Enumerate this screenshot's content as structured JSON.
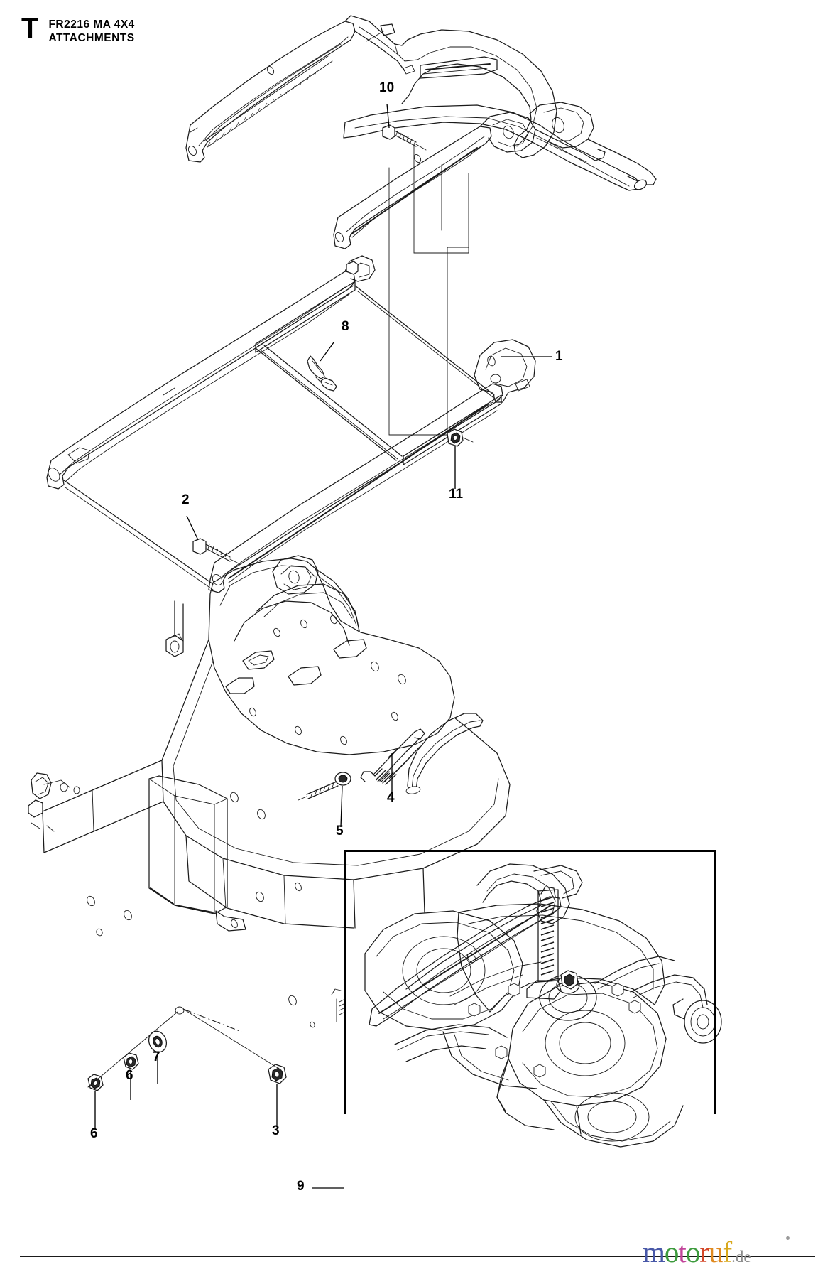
{
  "header": {
    "section_letter": "T",
    "model": "FR2216 MA 4X4",
    "group": "ATTACHMENTS"
  },
  "callouts": [
    {
      "id": "1",
      "label": "1",
      "part": "mower-deck-lift-frame"
    },
    {
      "id": "2",
      "label": "2",
      "part": "hex-flange-bolt"
    },
    {
      "id": "3",
      "label": "3",
      "part": "hex-flange-nut"
    },
    {
      "id": "4",
      "label": "4",
      "part": "extension-spring"
    },
    {
      "id": "5",
      "label": "5",
      "part": "eye-bolt"
    },
    {
      "id": "6a",
      "label": "6",
      "part": "hex-nut"
    },
    {
      "id": "6b",
      "label": "6",
      "part": "hex-nut"
    },
    {
      "id": "6c",
      "label": "6",
      "part": "hex-nut"
    },
    {
      "id": "7",
      "label": "7",
      "part": "flat-washer"
    },
    {
      "id": "8",
      "label": "8",
      "part": "cotter-clip"
    },
    {
      "id": "9",
      "label": "9",
      "part": "assembled-mower-deck-inset"
    },
    {
      "id": "10",
      "label": "10",
      "part": "hex-flange-bolt"
    },
    {
      "id": "11",
      "label": "11",
      "part": "hex-flange-nut"
    }
  ],
  "watermark": {
    "letters": [
      {
        "ch": "m",
        "color": "#4858a8"
      },
      {
        "ch": "o",
        "color": "#3d9b3d"
      },
      {
        "ch": "t",
        "color": "#c2449a"
      },
      {
        "ch": "o",
        "color": "#3d9b3d"
      },
      {
        "ch": "r",
        "color": "#d4472a"
      },
      {
        "ch": "u",
        "color": "#e08a20"
      },
      {
        "ch": "f",
        "color": "#d8a81c"
      }
    ],
    "suffix": ".de",
    "suffix_color": "#8a8a8a"
  },
  "colors": {
    "ink": "#1a1a1a",
    "paper": "#ffffff"
  }
}
